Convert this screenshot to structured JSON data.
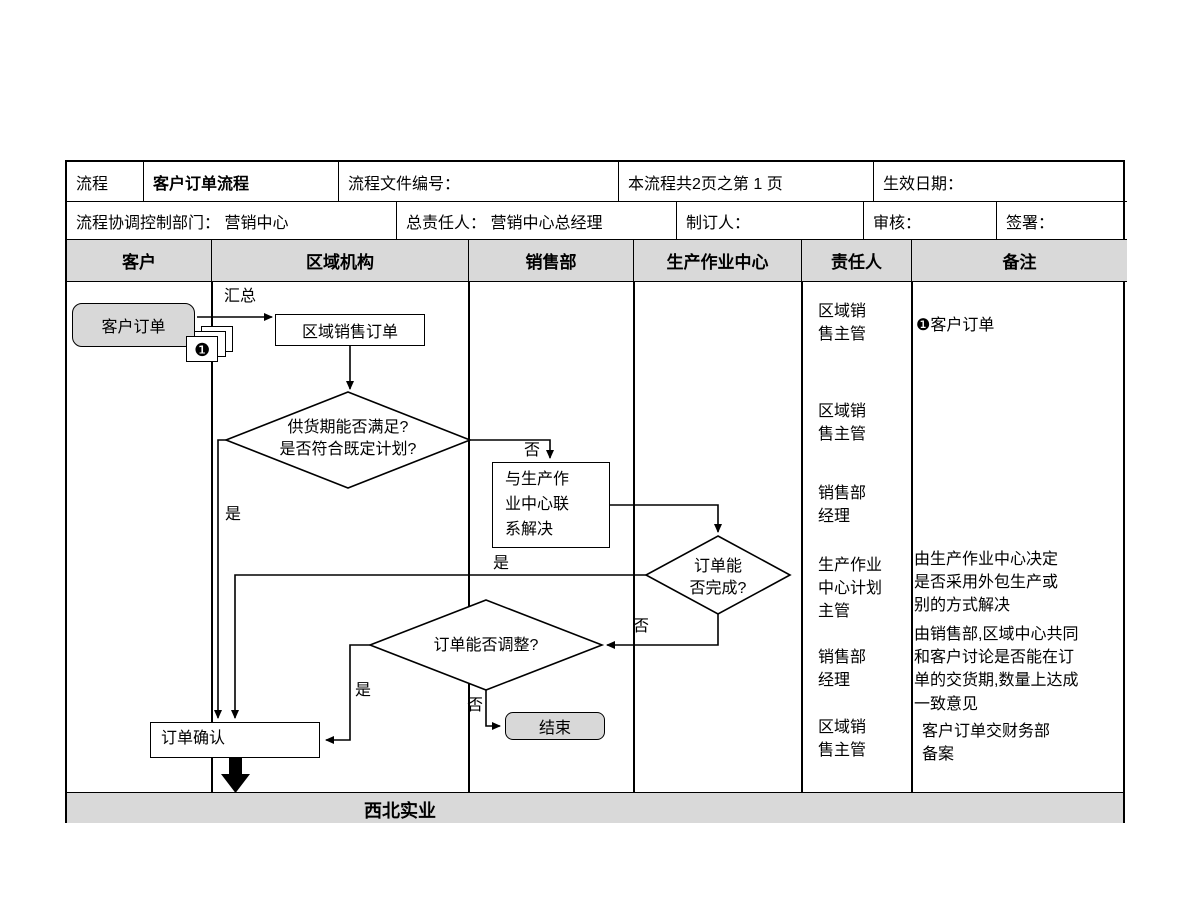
{
  "colors": {
    "header_bg": "#D9D9D9",
    "node_gray": "#D8D8D8",
    "line": "#000000"
  },
  "header": {
    "row1": {
      "c1": "流程",
      "c2": "客户订单流程",
      "c3": "流程文件编号：",
      "c4": "本流程共2页之第 1 页",
      "c5": "生效日期："
    },
    "row2": {
      "c1": "流程协调控制部门：  营销中心",
      "c2": "总责任人：  营销中心总经理",
      "c3": "制订人：",
      "c4": "审核：",
      "c5": "签署："
    }
  },
  "columns": [
    "客户",
    "区域机构",
    "销售部",
    "生产作业中心",
    "责任人",
    "备注"
  ],
  "flow": {
    "customer_order": "客户订单",
    "badge1": "❶",
    "summary_label": "汇总",
    "regional_sales_order": "区域销售订单",
    "d1_line1": "供货期能否满足?",
    "d1_line2": "是否符合既定计划?",
    "no1": "否",
    "yes1": "是",
    "contact_box": "与生产作业中心联系解决",
    "d2": "订单能否完成?",
    "yes2": "是",
    "no2": "否",
    "d3": "订单能否调整?",
    "yes3": "是",
    "no3": "否",
    "end": "结束",
    "order_confirm": "订单确认"
  },
  "responsible": [
    "区域销售主管",
    "区域销售主管",
    "销售部经理",
    "生产作业中心计划主管",
    "销售部经理",
    "区域销售主管"
  ],
  "remarks": {
    "r1": "❶客户订单",
    "r2": "由生产作业中心决定是否采用外包生产或别的方式解决",
    "r3": "由销售部,区域中心共同和客户讨论是否能在订单的交货期,数量上达成一致意见",
    "r4": "客户订单交财务部备案"
  },
  "footer": "西北实业"
}
